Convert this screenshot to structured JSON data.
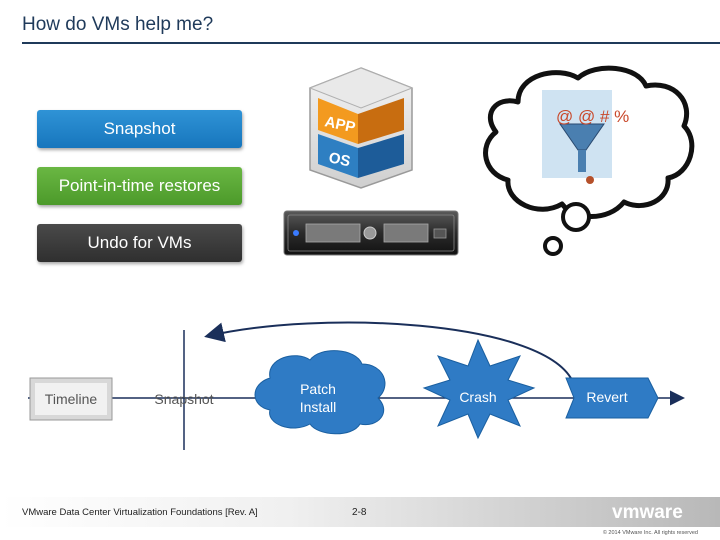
{
  "slide": {
    "title": "How do VMs help me?",
    "pills": {
      "snapshot": "Snapshot",
      "restores": "Point-in-time restores",
      "undo": "Undo for VMs"
    },
    "cube": {
      "top_label": "APP",
      "bottom_label": "OS"
    },
    "thought": {
      "symbols": "@ @ # %"
    },
    "timeline": {
      "timeline": "Timeline",
      "snapshot": "Snapshot",
      "patch_line1": "Patch",
      "patch_line2": "Install",
      "crash": "Crash",
      "revert": "Revert"
    },
    "footer": {
      "text": "VMware Data Center Virtualization Foundations [Rev. A]",
      "page": "2-8",
      "logo": "vmware",
      "copyright": "© 2014 VMware Inc. All rights reserved"
    }
  }
}
